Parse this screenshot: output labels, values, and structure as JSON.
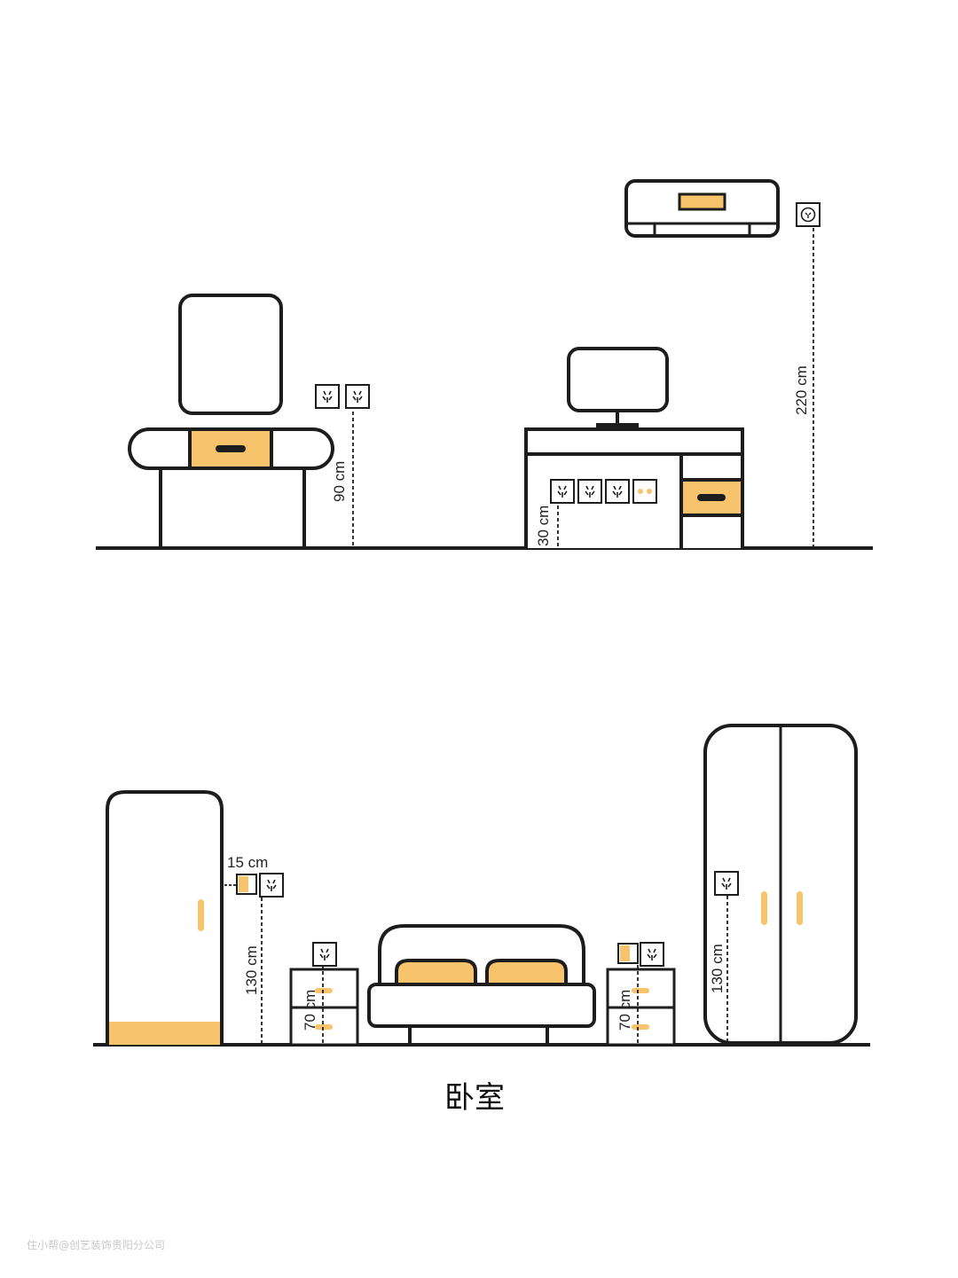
{
  "colors": {
    "stroke": "#1d1d1d",
    "accent": "#f7c46c",
    "background": "#ffffff"
  },
  "labels": {
    "vanity_outlet_height": "90 cm",
    "desk_outlet_height": "30 cm",
    "ac_outlet_height": "220 cm",
    "wardrobe_left_gap": "15 cm",
    "wardrobe_left_outlet_height": "130 cm",
    "nightstand_left_height": "70 cm",
    "nightstand_right_height": "70 cm",
    "wardrobe_right_outlet_height": "130 cm"
  },
  "title": "卧室",
  "watermark": "住小帮@创艺装饰贵阳分公司"
}
